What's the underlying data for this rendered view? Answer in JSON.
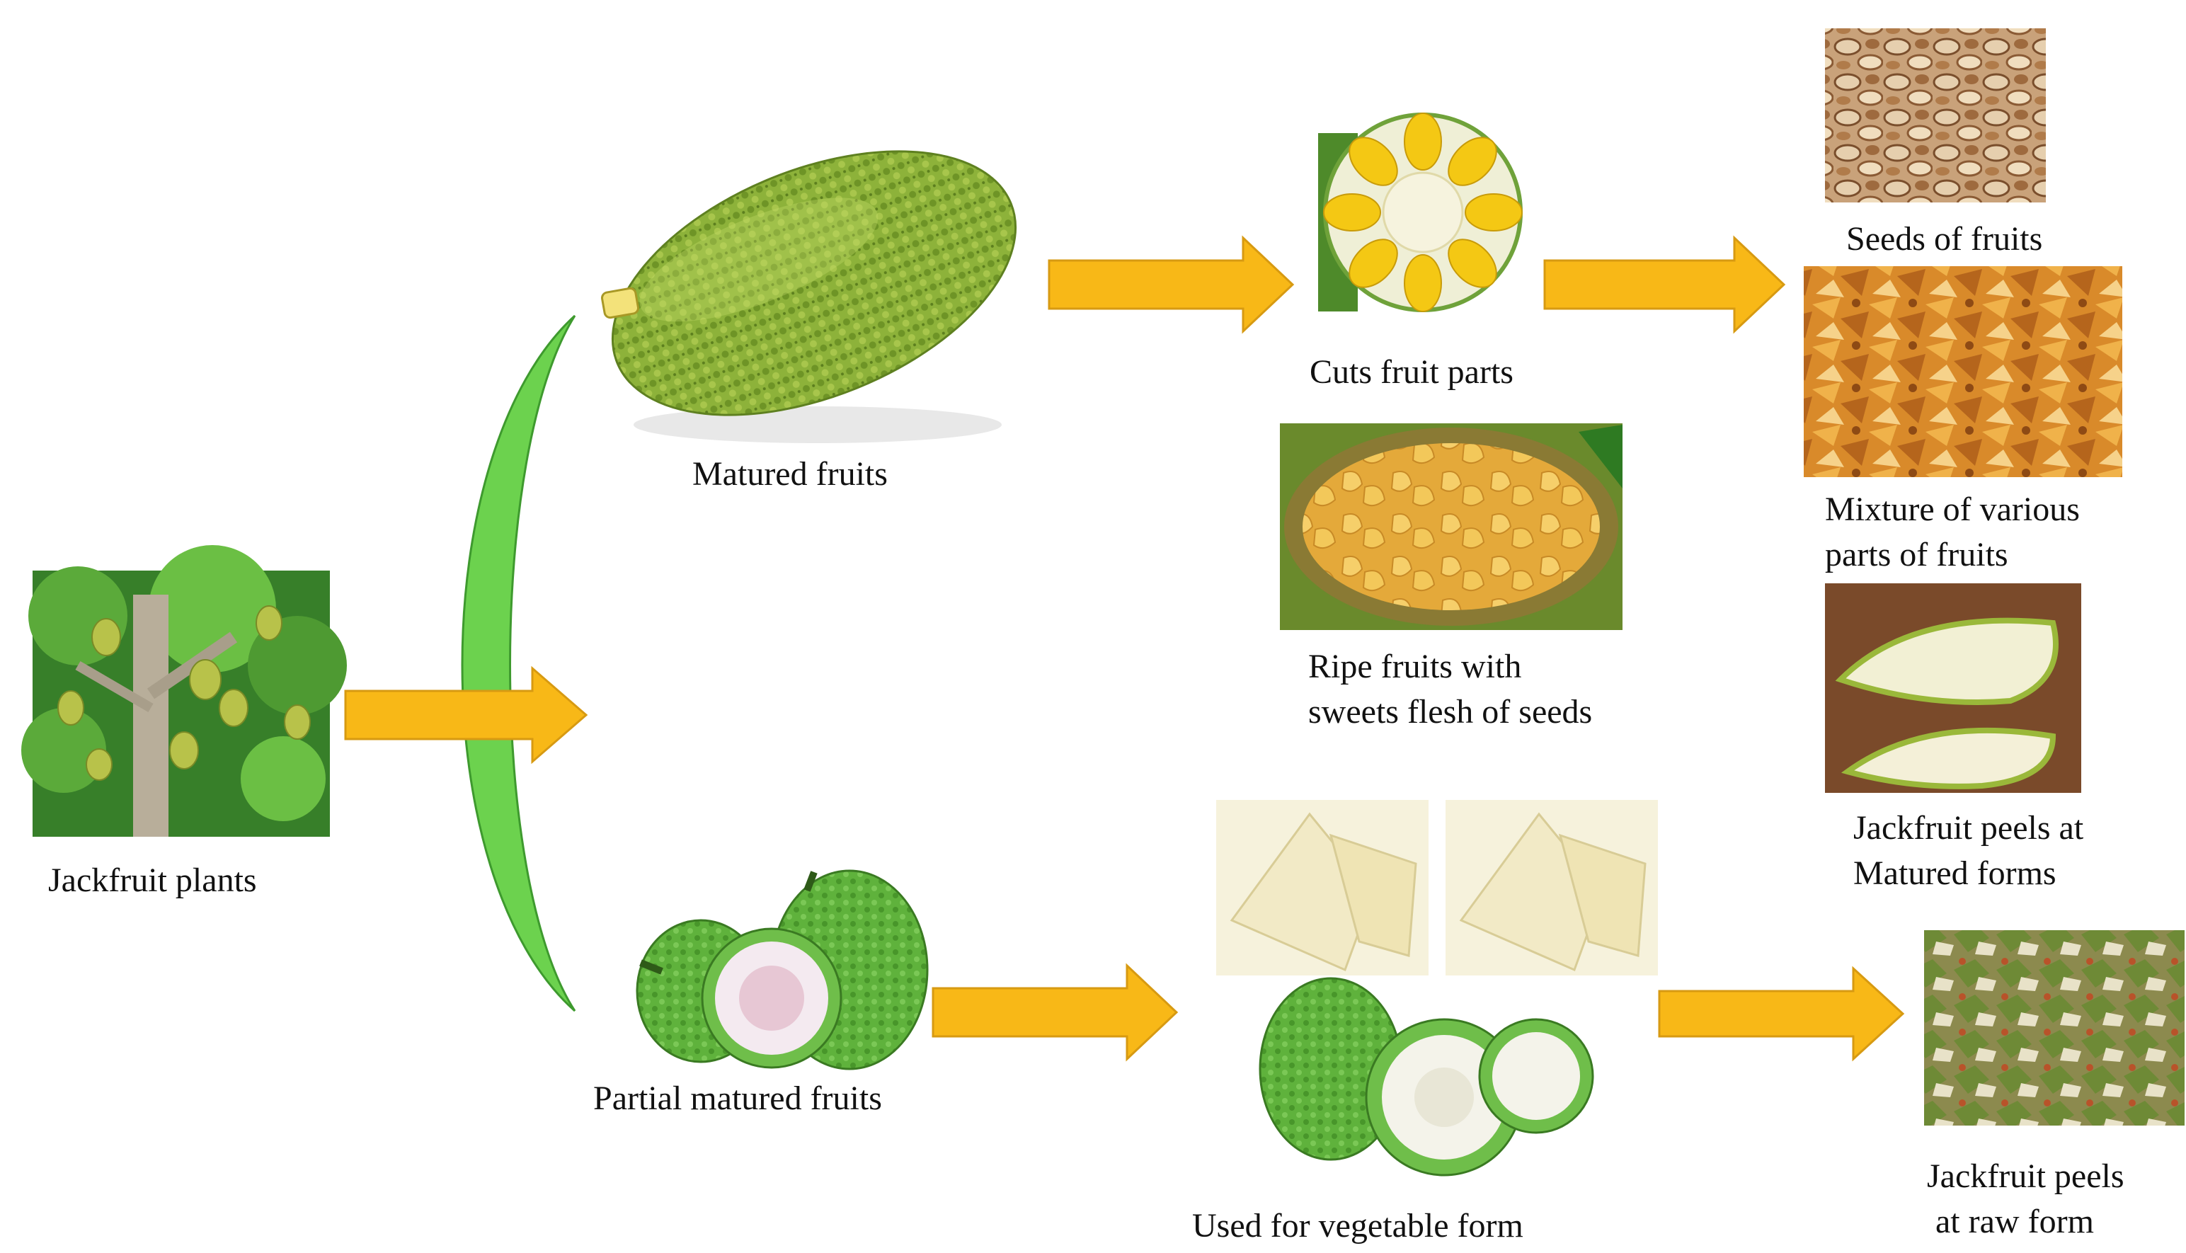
{
  "colors": {
    "arrow": "#F8B817",
    "arrow_edge": "#D79A12",
    "bracket": "#6CD24E",
    "bracket_edge": "#3E9A2E",
    "fruit_green": "#7FAE2C",
    "flesh_yellow": "#F2C21C",
    "peel_white": "#F2F0DA"
  },
  "labels": {
    "jackfruit_plants": "Jackfruit plants",
    "matured_fruits": "Matured fruits",
    "partial_matured_fruits": "Partial matured fruits",
    "cuts_fruit_parts": "Cuts fruit parts",
    "ripe_fruits": [
      "Ripe fruits with",
      "sweets flesh of seeds"
    ],
    "used_for_vegetable_form": "Used for vegetable form",
    "seeds_of_fruits": "Seeds of fruits",
    "mixture": [
      "Mixture of various",
      "parts of fruits"
    ],
    "peels_matured": [
      "Jackfruit peels at",
      "Matured forms"
    ],
    "peels_raw": [
      "Jackfruit peels",
      "at raw form"
    ]
  },
  "images": [
    {
      "name": "jackfruit-tree-photo",
      "depicts": "Jackfruit tree with hanging fruits"
    },
    {
      "name": "matured-fruit-photo",
      "depicts": "Whole matured jackfruit"
    },
    {
      "name": "partial-matured-fruit-photo",
      "depicts": "Green unripe jackfruits, one cut"
    },
    {
      "name": "cut-fruit-photo",
      "depicts": "Cut jackfruit showing yellow bulbs"
    },
    {
      "name": "ripe-fruit-photo",
      "depicts": "Opened ripe jackfruit with flesh"
    },
    {
      "name": "vegetable-form-photo",
      "depicts": "Sliced raw jackfruit pieces"
    },
    {
      "name": "seeds-photo",
      "depicts": "Pile of jackfruit seeds"
    },
    {
      "name": "mixture-photo",
      "depicts": "Mixture of jackfruit parts"
    },
    {
      "name": "peels-matured-photo",
      "depicts": "Jackfruit peels at matured form"
    },
    {
      "name": "peels-raw-photo",
      "depicts": "Raw jackfruit peels"
    }
  ],
  "arrows": [
    {
      "name": "arrow-plants-to-fruits",
      "from": "Jackfruit plants",
      "to": "Matured fruits / Partial matured fruits"
    },
    {
      "name": "arrow-matured-to-cuts",
      "from": "Matured fruits",
      "to": "Cuts fruit parts"
    },
    {
      "name": "arrow-cuts-to-products",
      "from": "Cuts fruit parts",
      "to": "Seeds of fruits"
    },
    {
      "name": "arrow-partial-to-vegetable",
      "from": "Partial matured fruits",
      "to": "Used for vegetable form"
    },
    {
      "name": "arrow-vegetable-to-peels",
      "from": "Used for vegetable form",
      "to": "Jackfruit peels at raw form"
    }
  ]
}
